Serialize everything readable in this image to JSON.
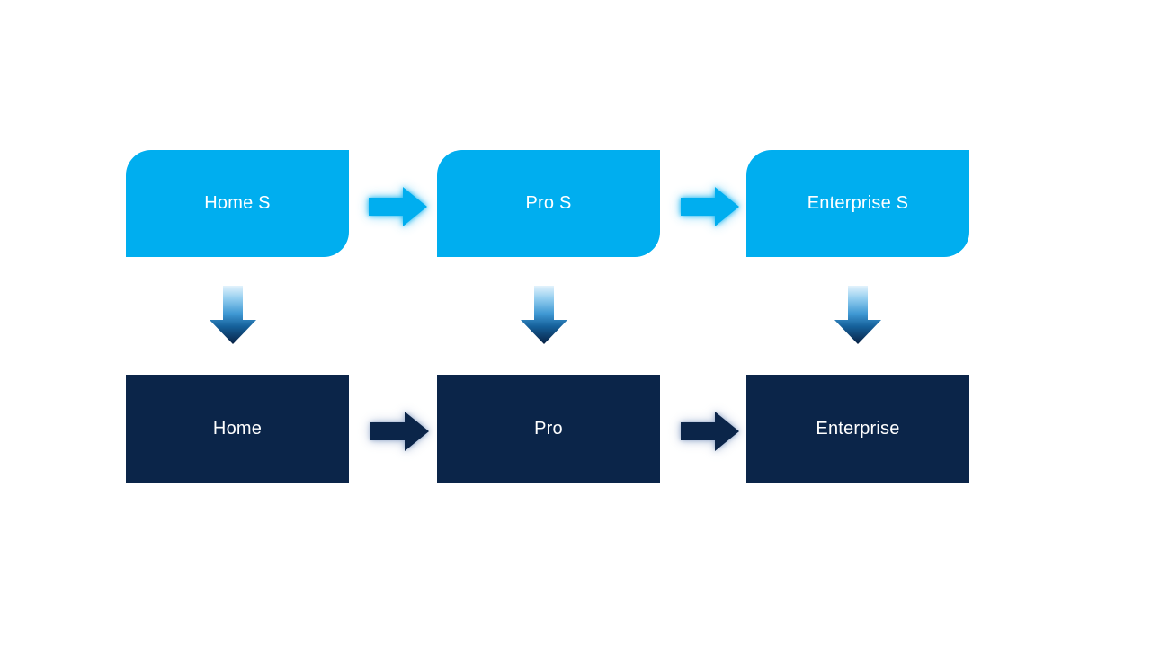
{
  "slide": {
    "background": "#FFFFFF",
    "colors": {
      "cyan": "#00AEEF",
      "navy": "#0B2549",
      "text": "#FFFFFF"
    },
    "columns": [
      {
        "top": {
          "label": "Home S"
        },
        "bottom": {
          "label": "Home"
        }
      },
      {
        "top": {
          "label": "Pro S"
        },
        "bottom": {
          "label": "Pro"
        }
      },
      {
        "top": {
          "label": "Enterprise S"
        },
        "bottom": {
          "label": "Enterprise"
        }
      }
    ],
    "icons": {
      "right_arrow": "right-arrow-icon",
      "down_arrow": "down-arrow-icon"
    }
  }
}
